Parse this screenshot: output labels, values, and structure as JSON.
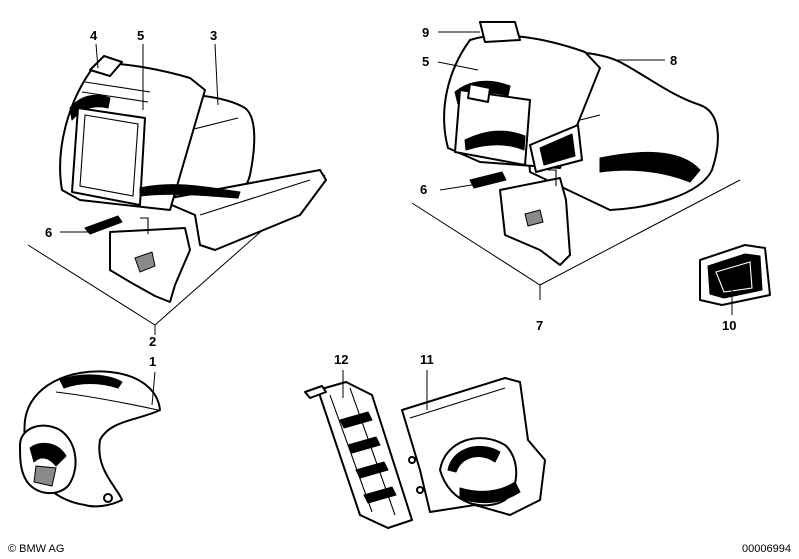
{
  "callouts": {
    "c1": "1",
    "c2": "2",
    "c3": "3",
    "c4": "4",
    "c5a": "5",
    "c6a": "6",
    "c5b": "5",
    "c6b": "6",
    "c7": "7",
    "c8": "8",
    "c9": "9",
    "c10": "10",
    "c11": "11",
    "c12": "12"
  },
  "footer": {
    "copyright": "© BMW AG",
    "doc_number": "00006994"
  }
}
